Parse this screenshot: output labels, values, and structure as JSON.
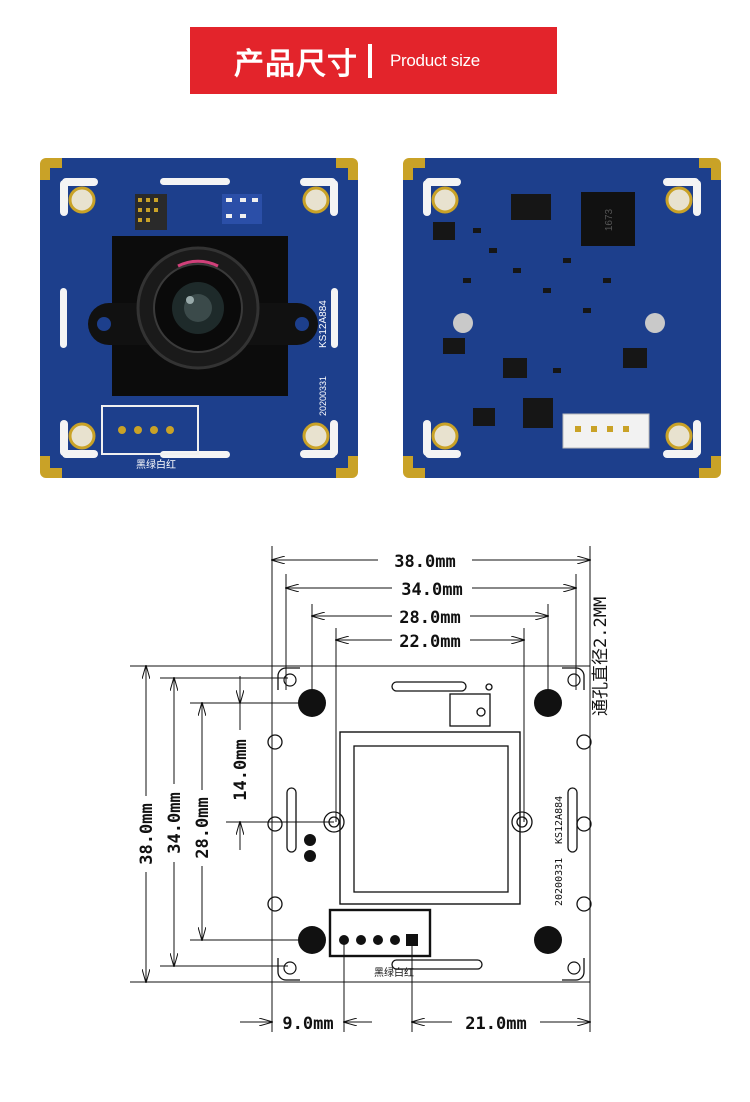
{
  "banner": {
    "title_zh": "产品尺寸",
    "title_en": "Product size",
    "color": "#e3242b"
  },
  "photos": {
    "front": {
      "board_marking": "KS12A884",
      "date_code": "20200331",
      "connector_label": "黑绿白红",
      "board_color": "#1d3f8c"
    },
    "back": {
      "chip_marking": "1673",
      "board_color": "#1d3f8c"
    }
  },
  "drawing": {
    "top_dims": [
      "38.0mm",
      "34.0mm",
      "28.0mm",
      "22.0mm"
    ],
    "left_dims": [
      "38.0mm",
      "34.0mm",
      "28.0mm",
      "14.0mm"
    ],
    "bottom_dims": [
      "9.0mm",
      "21.0mm"
    ],
    "hole_note": "通孔直径2.2MM",
    "board_marking": "KS12A884",
    "date_code": "20200331",
    "connector_label": "黑绿白红"
  }
}
